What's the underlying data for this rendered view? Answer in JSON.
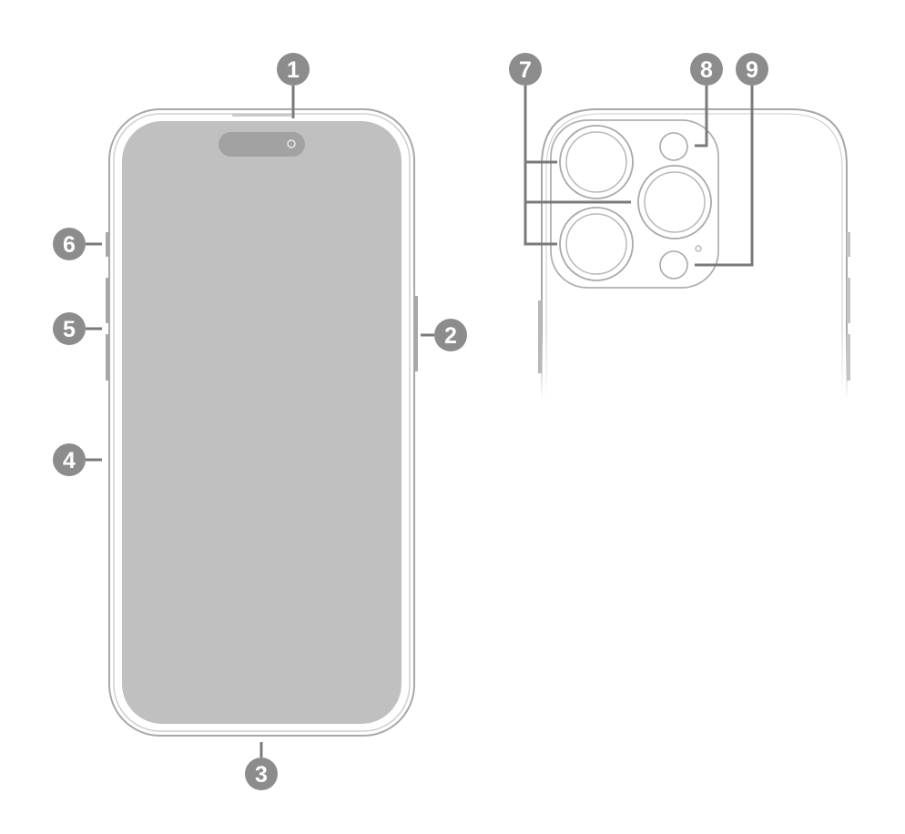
{
  "colors": {
    "callout": "#8c8c8c",
    "screen": "#c0c0c0",
    "outline": "#a8a8a8",
    "leader": "#7a7a7a"
  },
  "callouts": [
    {
      "label": "1"
    },
    {
      "label": "2"
    },
    {
      "label": "3"
    },
    {
      "label": "4"
    },
    {
      "label": "5"
    },
    {
      "label": "6"
    },
    {
      "label": "7"
    },
    {
      "label": "8"
    },
    {
      "label": "9"
    }
  ]
}
